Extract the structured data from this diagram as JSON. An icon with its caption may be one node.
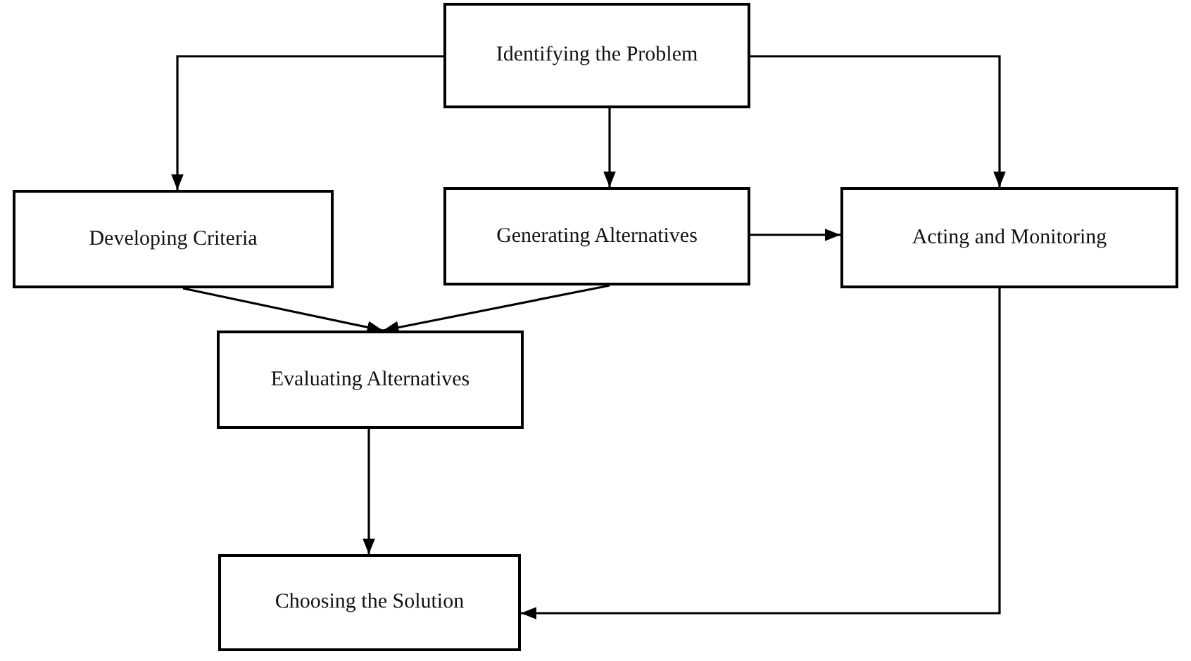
{
  "diagram": {
    "nodes": [
      {
        "text": [
          "Identifying the Problem"
        ]
      },
      {
        "text": [
          "Developing Criteria"
        ]
      },
      {
        "text": [
          "Generating Alternatives"
        ]
      },
      {
        "text": [
          "Acting and Monitoring"
        ]
      },
      {
        "text": [
          "Evaluating Alternatives"
        ]
      },
      {
        "text": [
          "Choosing the Solution"
        ]
      }
    ],
    "edges": [
      {
        "from": 0,
        "to": 1,
        "arrow": "to"
      },
      {
        "from": 0,
        "to": 2,
        "arrow": "to"
      },
      {
        "from": 0,
        "to": 3,
        "arrow": "to"
      },
      {
        "from": 2,
        "to": 3,
        "arrow": "to"
      },
      {
        "from": 1,
        "to": 4,
        "arrow": "to"
      },
      {
        "from": 2,
        "to": 4,
        "arrow": "to"
      },
      {
        "from": 4,
        "to": 5,
        "arrow": "to"
      },
      {
        "from": 3,
        "to": 5,
        "arrow": "to"
      }
    ]
  }
}
